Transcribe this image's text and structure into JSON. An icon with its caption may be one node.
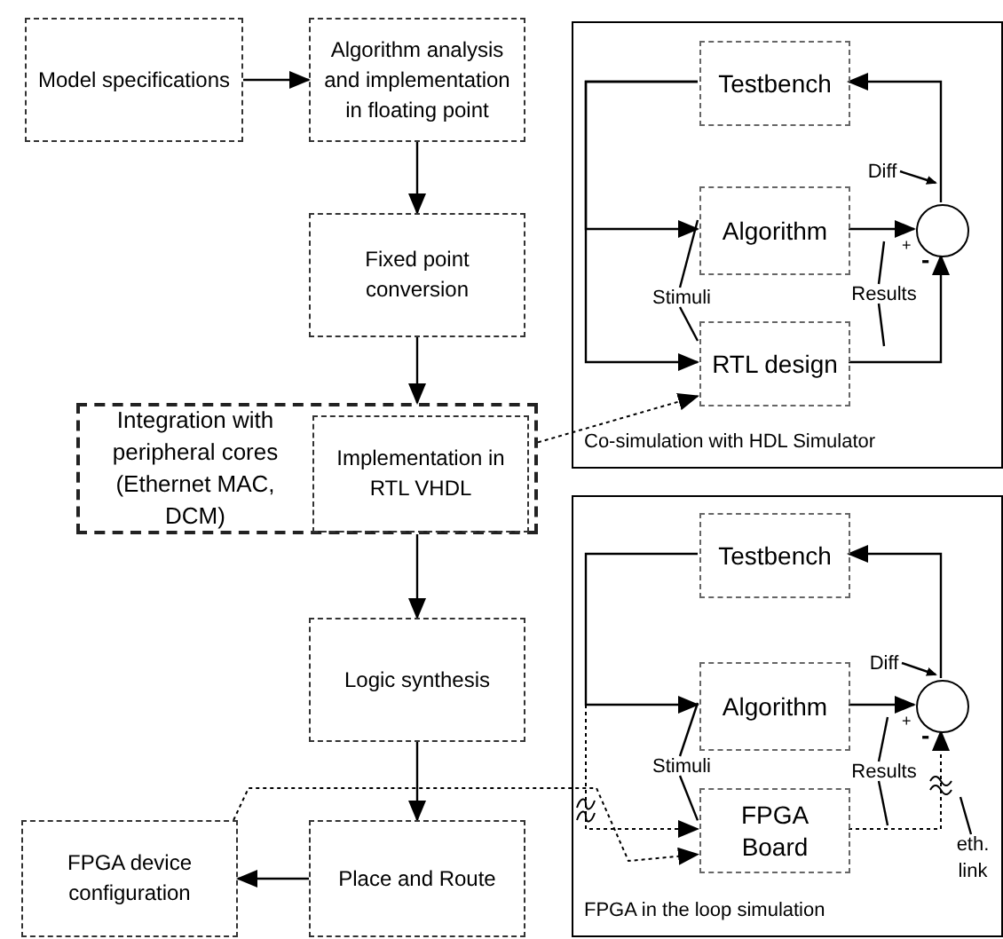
{
  "diagram": {
    "nodes": [
      {
        "text": [
          "Model specifications"
        ]
      },
      {
        "text": [
          "Algorithm analysis and implementation in floating point"
        ]
      },
      {
        "text": [
          "Fixed point conversion"
        ]
      },
      {
        "text": [
          "Integration with peripheral cores (Ethernet MAC, DCM)"
        ]
      },
      {
        "text": [
          "Implementation in RTL VHDL"
        ],
        "in": 3
      },
      {
        "text": [
          "Logic synthesis"
        ]
      },
      {
        "text": [
          "Place and Route"
        ]
      },
      {
        "text": [
          "FPGA device configuration"
        ]
      },
      {
        "text": [
          "Co-simulation with HDL Simulator"
        ]
      },
      {
        "text": [
          "Testbench"
        ],
        "in": 8
      },
      {
        "text": [
          "Algorithm"
        ],
        "in": 8
      },
      {
        "text": [
          "RTL design"
        ],
        "in": 8
      },
      {
        "text": [],
        "shape": "circle",
        "in": 8
      },
      {
        "text": [
          "FPGA in the loop simulation"
        ]
      },
      {
        "text": [
          "Testbench"
        ],
        "in": 13
      },
      {
        "text": [
          "Algorithm"
        ],
        "in": 13
      },
      {
        "text": [
          "FPGA Board"
        ],
        "in": 13
      },
      {
        "text": [],
        "shape": "circle",
        "in": 13
      },
      {
        "text": [
          "Diff"
        ],
        "in": 8
      },
      {
        "text": [
          "Stimuli"
        ],
        "in": 8
      },
      {
        "text": [
          "Results"
        ],
        "in": 8
      },
      {
        "text": [
          "Diff"
        ],
        "in": 13
      },
      {
        "text": [
          "Stimuli"
        ],
        "in": 13
      },
      {
        "text": [
          "Results"
        ],
        "in": 13
      },
      {
        "text": [
          "eth. link"
        ],
        "in": 13
      }
    ],
    "edges": [
      {
        "from": 0,
        "to": 1,
        "arrow": "to"
      },
      {
        "from": 1,
        "to": 2,
        "arrow": "to"
      },
      {
        "from": 2,
        "to": 3,
        "arrow": "to"
      },
      {
        "from": 3,
        "to": 5,
        "arrow": "to"
      },
      {
        "from": 5,
        "to": 6,
        "arrow": "to"
      },
      {
        "from": 6,
        "to": 7,
        "arrow": "to"
      },
      {
        "from": 3,
        "to": 11,
        "arrow": "to",
        "style": "dashed"
      },
      {
        "from": 7,
        "to": 16,
        "arrow": "to",
        "style": "dashed"
      },
      {
        "from": 9,
        "to": 10,
        "arrow": "to"
      },
      {
        "from": 9,
        "to": 11,
        "arrow": "to"
      },
      {
        "from": 10,
        "to": 12,
        "arrow": "to"
      },
      {
        "from": 11,
        "to": 12,
        "arrow": "to"
      },
      {
        "from": 12,
        "to": 9,
        "arrow": "to"
      },
      {
        "from": 14,
        "to": 15,
        "arrow": "to"
      },
      {
        "from": 14,
        "to": 16,
        "arrow": "to",
        "style": "dashed"
      },
      {
        "from": 15,
        "to": 17,
        "arrow": "to"
      },
      {
        "from": 16,
        "to": 17,
        "arrow": "to",
        "style": "dashed"
      },
      {
        "from": 17,
        "to": 14,
        "arrow": "to"
      },
      {
        "from": 18,
        "to": null,
        "arrow": "to"
      },
      {
        "from": 19,
        "to": 10,
        "arrow": "none"
      },
      {
        "from": 19,
        "to": 11,
        "arrow": "none"
      },
      {
        "from": 20,
        "to": null,
        "arrow": "none"
      },
      {
        "from": 20,
        "to": null,
        "arrow": "none"
      },
      {
        "from": 21,
        "to": null,
        "arrow": "to"
      },
      {
        "from": 22,
        "to": 15,
        "arrow": "none"
      },
      {
        "from": 22,
        "to": 16,
        "arrow": "none"
      },
      {
        "from": 23,
        "to": null,
        "arrow": "none"
      },
      {
        "from": 23,
        "to": null,
        "arrow": "none"
      },
      {
        "from": 24,
        "to": null,
        "arrow": "none"
      }
    ],
    "labels": [
      "+",
      "-",
      "+",
      "-"
    ]
  }
}
